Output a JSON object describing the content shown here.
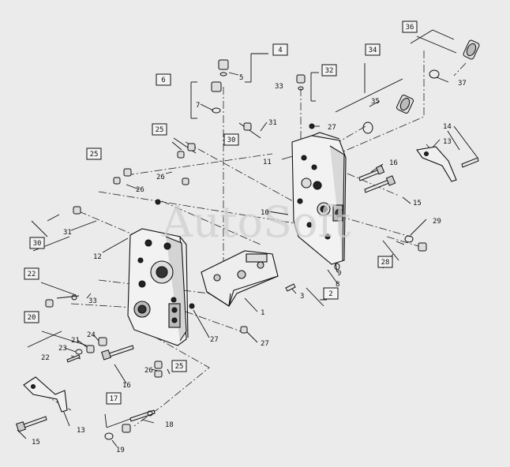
{
  "watermark": "AutoSoft",
  "callouts": [
    {
      "id": "c-36",
      "text": "36"
    },
    {
      "id": "c-37",
      "text": "37"
    },
    {
      "id": "c-34",
      "text": "34"
    },
    {
      "id": "c-35",
      "text": "35"
    },
    {
      "id": "c-4",
      "text": "4"
    },
    {
      "id": "c-5",
      "text": "5"
    },
    {
      "id": "c-32",
      "text": "32"
    },
    {
      "id": "c-33a",
      "text": "33"
    },
    {
      "id": "c-6",
      "text": "6"
    },
    {
      "id": "c-7",
      "text": "7"
    },
    {
      "id": "c-31a",
      "text": "31"
    },
    {
      "id": "c-27a",
      "text": "27"
    },
    {
      "id": "c-14",
      "text": "14"
    },
    {
      "id": "c-13a",
      "text": "13"
    },
    {
      "id": "c-25a",
      "text": "25"
    },
    {
      "id": "c-30a",
      "text": "30"
    },
    {
      "id": "c-11",
      "text": "11"
    },
    {
      "id": "c-16a",
      "text": "16"
    },
    {
      "id": "c-25b",
      "text": "25"
    },
    {
      "id": "c-26a",
      "text": "26"
    },
    {
      "id": "c-26b",
      "text": "26"
    },
    {
      "id": "c-15a",
      "text": "15"
    },
    {
      "id": "c-10",
      "text": "10"
    },
    {
      "id": "c-29",
      "text": "29"
    },
    {
      "id": "c-31b",
      "text": "31"
    },
    {
      "id": "c-30b",
      "text": "30"
    },
    {
      "id": "c-12",
      "text": "12"
    },
    {
      "id": "c-9",
      "text": "9"
    },
    {
      "id": "c-28",
      "text": "28"
    },
    {
      "id": "c-8",
      "text": "8"
    },
    {
      "id": "c-22",
      "text": "22"
    },
    {
      "id": "c-33b",
      "text": "33"
    },
    {
      "id": "c-3",
      "text": "3"
    },
    {
      "id": "c-2",
      "text": "2"
    },
    {
      "id": "c-1",
      "text": "1"
    },
    {
      "id": "c-20",
      "text": "20"
    },
    {
      "id": "c-24",
      "text": "24"
    },
    {
      "id": "c-21",
      "text": "21"
    },
    {
      "id": "c-23",
      "text": "23"
    },
    {
      "id": "c-22b",
      "text": "22"
    },
    {
      "id": "c-27b",
      "text": "27"
    },
    {
      "id": "c-27c",
      "text": "27"
    },
    {
      "id": "c-16b",
      "text": "16"
    },
    {
      "id": "c-26c",
      "text": "26"
    },
    {
      "id": "c-25c",
      "text": "25"
    },
    {
      "id": "c-13b",
      "text": "13"
    },
    {
      "id": "c-17",
      "text": "17"
    },
    {
      "id": "c-18",
      "text": "18"
    },
    {
      "id": "c-15b",
      "text": "15"
    },
    {
      "id": "c-19",
      "text": "19"
    }
  ]
}
